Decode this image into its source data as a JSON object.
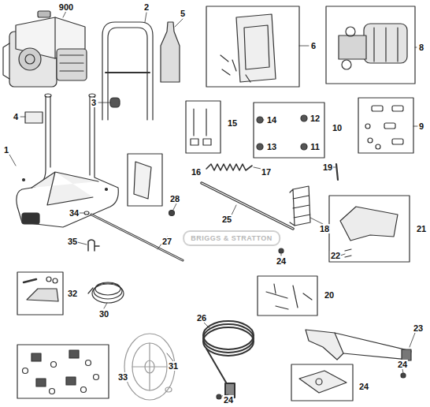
{
  "diagram": {
    "labels": [
      "900",
      "2",
      "5",
      "6",
      "8",
      "3",
      "4",
      "1",
      "15",
      "14",
      "12",
      "10",
      "13",
      "11",
      "9",
      "16",
      "17",
      "19",
      "18",
      "21",
      "28",
      "34",
      "25",
      "27",
      "35",
      "22",
      "24",
      "32",
      "20",
      "30",
      "26",
      "23",
      "31",
      "24",
      "24",
      "24",
      "33",
      "BRIGGS & STRATTON"
    ]
  }
}
